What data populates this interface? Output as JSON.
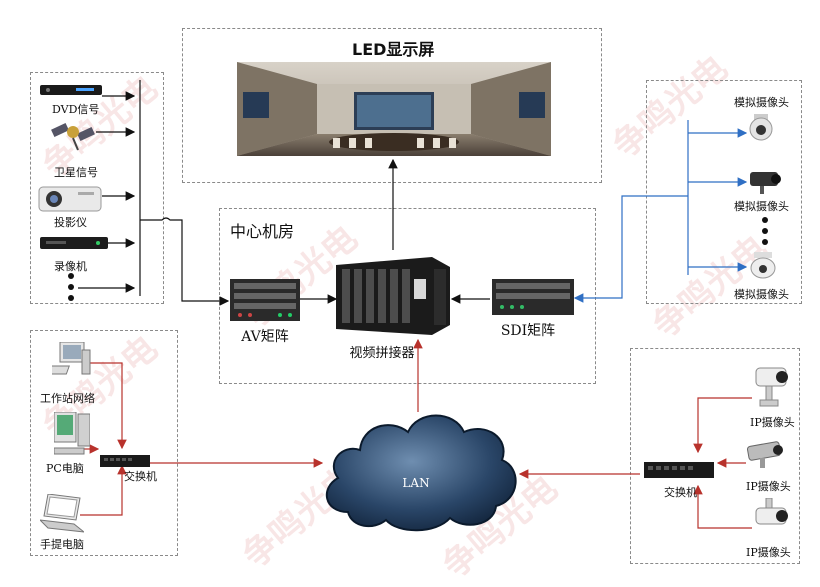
{
  "watermark": "争鸣光电",
  "display_section": {
    "title": "LED显示屏"
  },
  "center_section": {
    "title": "中心机房"
  },
  "sources": [
    {
      "label": "DVD信号",
      "icon": "dvd-player-icon"
    },
    {
      "label": "卫星信号",
      "icon": "satellite-icon"
    },
    {
      "label": "投影仪",
      "icon": "projector-icon"
    },
    {
      "label": "录像机",
      "icon": "video-recorder-icon"
    }
  ],
  "devices": {
    "av_matrix": "AV矩阵",
    "splicer": "视频拼接器",
    "sdi_matrix": "SDI矩阵"
  },
  "analog_cameras": [
    {
      "label": "模拟摄像头"
    },
    {
      "label": "模拟摄像头"
    },
    {
      "label": "模拟摄像头"
    }
  ],
  "left_network": {
    "items": [
      {
        "label": "工作站网络"
      },
      {
        "label": "PC电脑"
      },
      {
        "label": "手提电脑"
      }
    ],
    "switch_label": "交换机"
  },
  "cloud_label": "LAN",
  "right_network": {
    "cameras": [
      {
        "label": "IP摄像头"
      },
      {
        "label": "IP摄像头"
      },
      {
        "label": "IP摄像头"
      }
    ],
    "switch_label": "交换机"
  },
  "colors": {
    "black_link": "#111111",
    "blue_link": "#2f6fc4",
    "red_link": "#b8322c",
    "cloud": "#1d3a5c"
  }
}
